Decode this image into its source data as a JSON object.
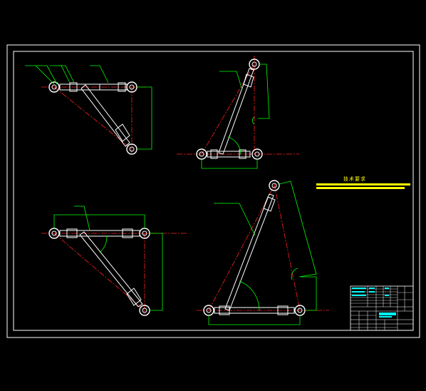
{
  "drawing": {
    "tech_requirements_title": "技术要求",
    "colors": {
      "background": "#000000",
      "frame": "#ffffff",
      "dimension": "#00ff00",
      "centerline": "#ff2020",
      "part_outline": "#ffffff",
      "note_highlight": "#ffff00",
      "title_block_highlight": "#00ffff"
    },
    "views": [
      {
        "name": "view-top-left",
        "description_icon": "triangle-linkage-icon"
      },
      {
        "name": "view-top-right",
        "description_icon": "triangle-linkage-icon"
      },
      {
        "name": "view-bottom-left",
        "description_icon": "triangle-linkage-icon"
      },
      {
        "name": "view-bottom-right",
        "description_icon": "triangle-linkage-icon"
      }
    ]
  }
}
